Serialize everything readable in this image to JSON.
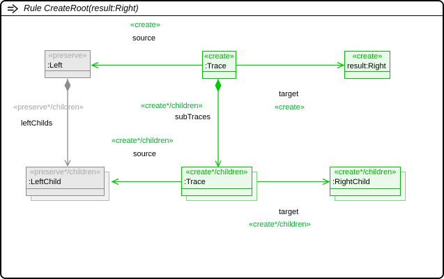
{
  "window": {
    "title": "Rule CreateRoot(result:Right)"
  },
  "colors": {
    "create_stroke": "#00c000",
    "create_text": "#00b22d",
    "create_fill": "#eafaea",
    "preserve_stroke": "#8c8c8c",
    "preserve_text": "#ababab",
    "preserve_fill": "#e8e8e8"
  },
  "nodes": [
    {
      "stereotype": "«preserve»",
      "name": ":Left",
      "kind": "preserve",
      "multi": false
    },
    {
      "stereotype": "«create»",
      "name": ":Trace",
      "kind": "create",
      "multi": false
    },
    {
      "stereotype": "«create»",
      "name": "result:Right",
      "kind": "create",
      "multi": false
    },
    {
      "stereotype": "«preserve*/children»",
      "name": ":LeftChild",
      "kind": "preserve",
      "multi": true
    },
    {
      "stereotype": "«create*/children»",
      "name": ":Trace",
      "kind": "create",
      "multi": true
    },
    {
      "stereotype": "«create*/children»",
      "name": ":RightChild",
      "kind": "create",
      "multi": true
    }
  ],
  "edges": [
    {
      "stereotype": "«create»",
      "name": "source"
    },
    {
      "stereotype": "«create»",
      "name": "target"
    },
    {
      "stereotype": "«preserve*/children»",
      "name": "leftChilds"
    },
    {
      "stereotype": "«create*/children»",
      "name": "subTraces"
    },
    {
      "stereotype": "«create*/children»",
      "name": "source"
    },
    {
      "stereotype": "«create*/children»",
      "name": "target"
    }
  ]
}
